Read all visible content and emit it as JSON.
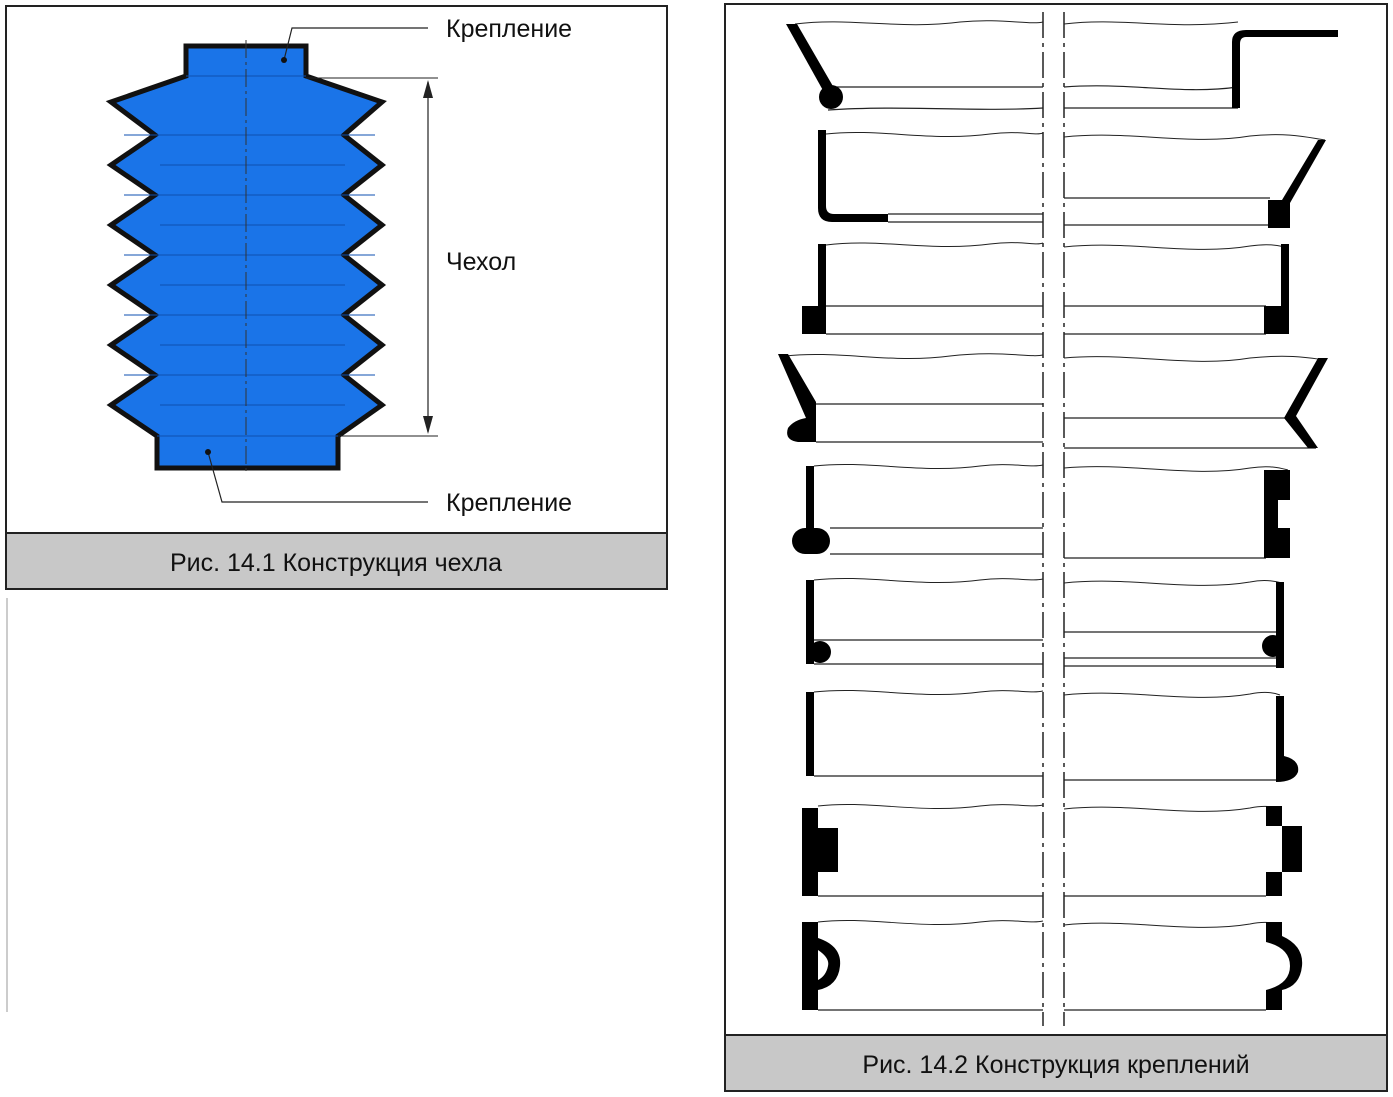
{
  "figure1": {
    "label_top": "Крепление",
    "label_middle": "Чехол",
    "label_bottom": "Крепление",
    "caption": "Рис. 14.1 Конструкция чехла",
    "boot_color": "#1a74e8",
    "outline_color": "#111111"
  },
  "figure2": {
    "caption": "Рис. 14.2 Конструкция креплений",
    "variant_count": 9
  },
  "colors": {
    "caption_bar": "#c8c8c8",
    "frame": "#222222",
    "ink": "#000000"
  }
}
